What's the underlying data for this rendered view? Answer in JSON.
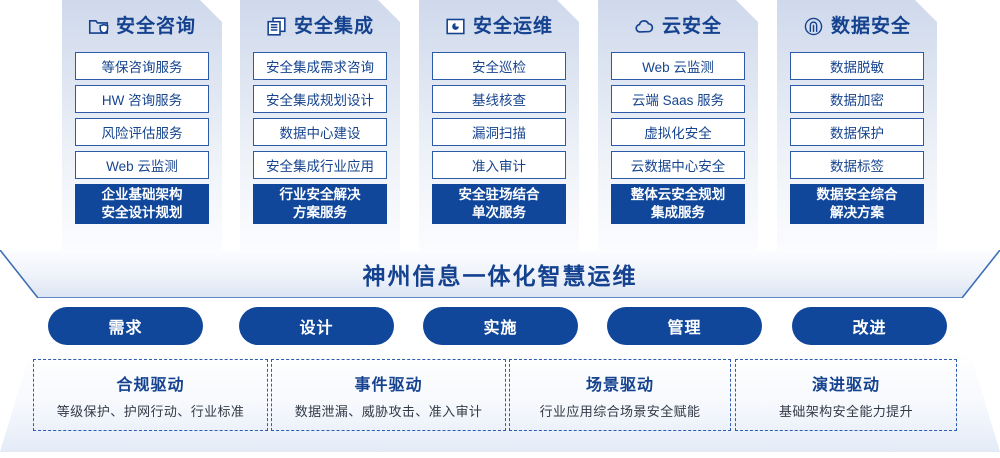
{
  "columns": [
    {
      "icon": "folder-shield-icon",
      "title": "安全咨询",
      "items": [
        "等保咨询服务",
        "HW 咨询服务",
        "风险评估服务",
        "Web 云监测"
      ],
      "highlight": [
        "企业基础架构",
        "安全设计规划"
      ]
    },
    {
      "icon": "stacked-documents-icon",
      "title": "安全集成",
      "items": [
        "安全集成需求咨询",
        "安全集成规划设计",
        "数据中心建设",
        "安全集成行业应用"
      ],
      "highlight": [
        "行业安全解决",
        "方案服务"
      ]
    },
    {
      "icon": "monitor-pie-icon",
      "title": "安全运维",
      "items": [
        "安全巡检",
        "基线核查",
        "漏洞扫描",
        "准入审计"
      ],
      "highlight": [
        "安全驻场结合",
        "单次服务"
      ]
    },
    {
      "icon": "cloud-icon",
      "title": "云安全",
      "items": [
        "Web 云监测",
        "云端 Saas 服务",
        "虚拟化安全",
        "云数据中心安全"
      ],
      "highlight": [
        "整体云安全规划",
        "集成服务"
      ]
    },
    {
      "icon": "fingerprint-icon",
      "title": "数据安全",
      "items": [
        "数据脱敏",
        "数据加密",
        "数据保护",
        "数据标签"
      ],
      "highlight": [
        "数据安全综合",
        "解决方案"
      ]
    }
  ],
  "banner": {
    "title": "神州信息一体化智慧运维"
  },
  "pills": [
    "需求",
    "设计",
    "实施",
    "管理",
    "改进"
  ],
  "drivers": [
    {
      "title": "合规驱动",
      "subtitle": "等级保护、护网行动、行业标准"
    },
    {
      "title": "事件驱动",
      "subtitle": "数据泄漏、威胁攻击、准入审计"
    },
    {
      "title": "场景驱动",
      "subtitle": "行业应用综合场景安全赋能"
    },
    {
      "title": "演进驱动",
      "subtitle": "基础架构安全能力提升"
    }
  ],
  "colors": {
    "primary_dark": "#10479a",
    "primary_text": "#14428f",
    "border_blue": "#2a5aa8",
    "panel_top": "#cfd9ec"
  }
}
